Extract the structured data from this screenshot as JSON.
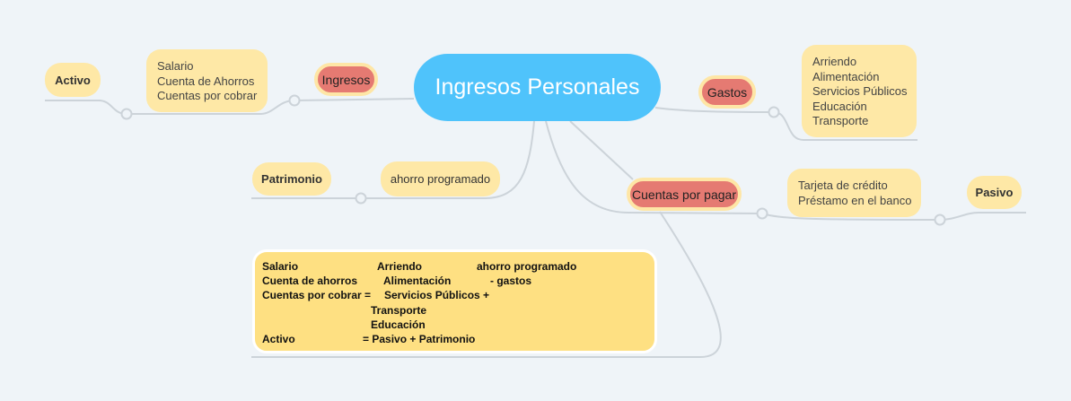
{
  "central": "Ingresos Personales",
  "ingresos": {
    "label": "Ingresos",
    "items": [
      "Salario",
      "Cuenta de Ahorros",
      "Cuentas por cobrar"
    ],
    "category": "Activo"
  },
  "gastos": {
    "label": "Gastos",
    "items": [
      "Arriendo",
      "Alimentación",
      "Servicios Públicos",
      "Educación",
      "Transporte"
    ]
  },
  "patrimonio": {
    "label": "ahorro programado",
    "category": "Patrimonio"
  },
  "cuentas": {
    "label": "Cuentas por pagar",
    "items": [
      "Tarjeta de crédito",
      "Préstamo en el banco"
    ],
    "category": "Pasivo"
  },
  "summary": {
    "r1": [
      "Salario",
      "Arriendo",
      "ahorro programado"
    ],
    "r2": [
      "Cuenta de ahorros",
      "Alimentación",
      "- gastos"
    ],
    "r3": [
      "Cuentas por cobrar =",
      "Servicios Públicos  +"
    ],
    "r4": [
      "Transporte"
    ],
    "r5": [
      "Educación"
    ],
    "r6": [
      "Activo",
      "=  Pasivo  + Patrimonio"
    ]
  },
  "colors": {
    "central": "#4fc3fb",
    "topic": "#e57a72",
    "note": "#fee8a6",
    "summary": "#fee082"
  }
}
